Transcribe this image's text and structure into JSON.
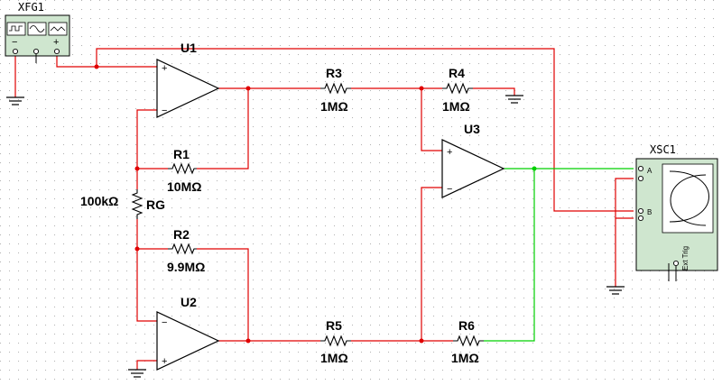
{
  "function_generator": {
    "name": "XFG1",
    "waveforms": [
      "square-wave-icon",
      "sine-wave-icon",
      "triangle-wave-icon"
    ],
    "minus": "−",
    "common": "",
    "plus": "+"
  },
  "oscilloscope": {
    "name": "XSC1",
    "channel_a": "A",
    "channel_b": "B",
    "ext_trig": "Ext Trig"
  },
  "opamps": {
    "u1": "U1",
    "u2": "U2",
    "u3": "U3"
  },
  "resistors": {
    "r1": {
      "name": "R1",
      "value": "10MΩ"
    },
    "r2": {
      "name": "R2",
      "value": "9.9MΩ"
    },
    "r3": {
      "name": "R3",
      "value": "1MΩ"
    },
    "r4": {
      "name": "R4",
      "value": "1MΩ"
    },
    "r5": {
      "name": "R5",
      "value": "1MΩ"
    },
    "r6": {
      "name": "R6",
      "value": "1MΩ"
    },
    "rg": {
      "name": "RG",
      "value": "100kΩ"
    }
  },
  "colors": {
    "wire": "#e00000",
    "output_wire": "#00d000",
    "component": "#000000",
    "grid": "#b0b0b0",
    "instrument_fill": "#cfe6cf"
  }
}
